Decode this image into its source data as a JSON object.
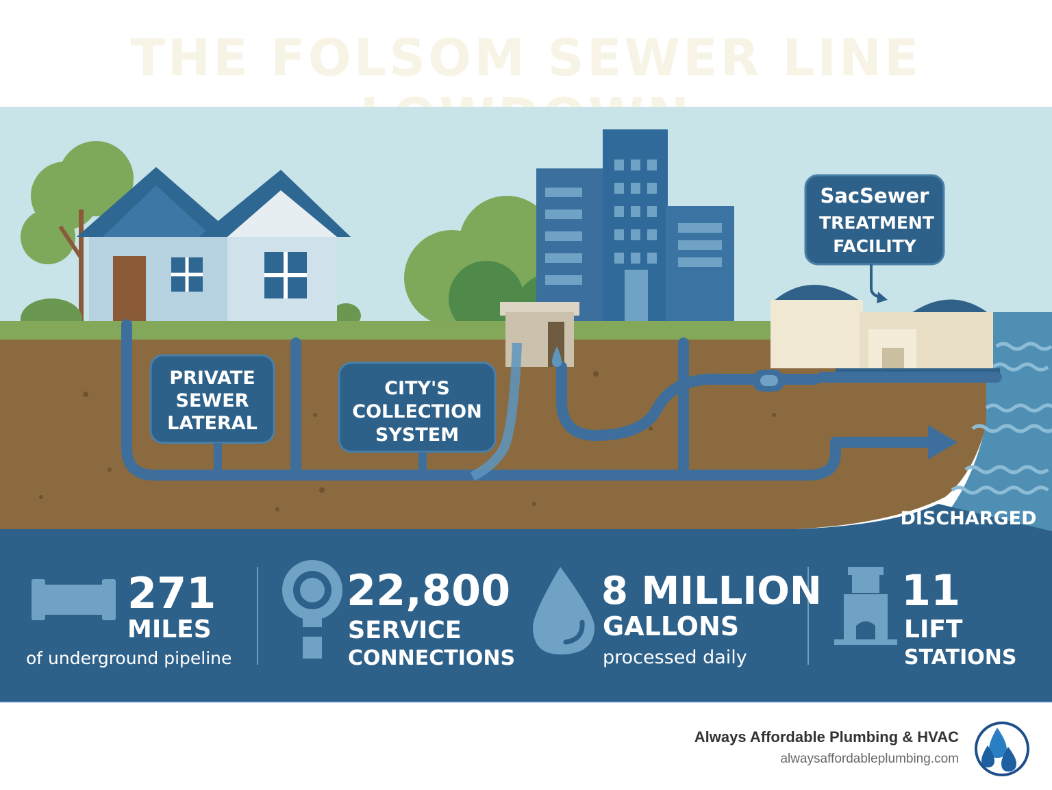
{
  "title": "THE FOLSOM SEWER LINE LOWDOWN",
  "labels": {
    "private_lateral": [
      "PRIVATE",
      "SEWER",
      "LATERAL"
    ],
    "city_collection": [
      "CITY'S",
      "COLLECTION",
      "SYSTEM"
    ],
    "treatment": [
      "SacSewer",
      "TREATMENT",
      "FACILITY"
    ],
    "discharged": "DISCHARGED"
  },
  "stats": [
    {
      "number": "271",
      "line1": "MILES",
      "line2": "of underground pipeline",
      "icon": "pipe-icon"
    },
    {
      "number": "22,800",
      "line1": "SERVICE",
      "line2": "CONNECTIONS",
      "icon": "connection-icon"
    },
    {
      "number": "8 MILLION",
      "line1": "GALLONS",
      "line2": "processed daily",
      "icon": "water-drop-icon"
    },
    {
      "number": "11",
      "line1": "LIFT",
      "line2": "STATIONS",
      "icon": "lift-station-icon"
    }
  ],
  "footer": {
    "company": "Always Affordable Plumbing & HVAC",
    "url": "alwaysaffordableplumbing.com"
  },
  "colors": {
    "sky": "#c9e4e9",
    "soil": "#8a6a3e",
    "grass": "#84a85a",
    "navy": "#2d6189",
    "pipe": "#3e6f9c",
    "water": "#4f8fb3"
  }
}
